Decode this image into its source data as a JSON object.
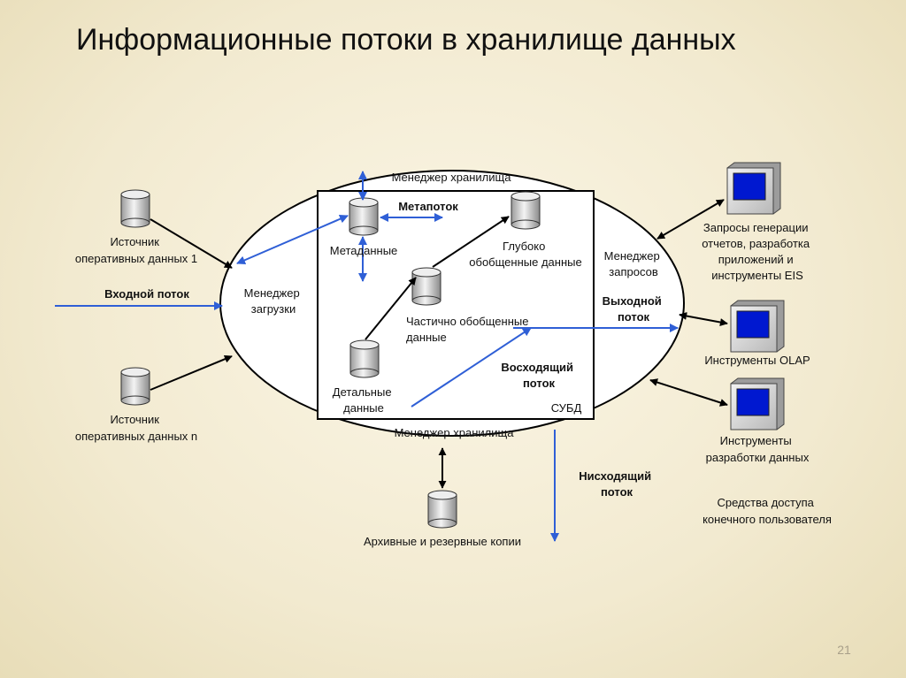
{
  "title": "Информационные потоки в хранилище данных",
  "page_number": "21",
  "colors": {
    "flow_arrow": "#2f5fd6",
    "connector": "#000000",
    "monitor_screen": "#0018d0",
    "background": "#f4eed6"
  },
  "labels": {
    "manager_storage_top": "Менеджер хранилища",
    "manager_storage_bottom": "Менеджер хранилища",
    "manager_load": [
      "Менеджер",
      "загрузки"
    ],
    "manager_query": [
      "Менеджер",
      "запросов"
    ],
    "metaflow": "Метапоток",
    "metadata": "Метаданные",
    "deep_summary": [
      "Глубоко",
      "обобщенные данные"
    ],
    "partial_summary": [
      "Частично обобщенные",
      "данные"
    ],
    "detail_data": [
      "Детальные",
      "данные"
    ],
    "upflow": [
      "Восходящий",
      "поток"
    ],
    "dbms": "СУБД",
    "outflow": [
      "Выходной",
      "поток"
    ],
    "inflow": "Входной поток",
    "downflow": [
      "Нисходящий",
      "поток"
    ],
    "source_1": [
      "Источник",
      "оперативных данных 1"
    ],
    "source_n": [
      "Источник",
      "оперативных данных n"
    ],
    "archive": "Архивные и резервные копии",
    "reports": [
      "Запросы генерации",
      "отчетов, разработка",
      "приложений и",
      "инструменты EIS"
    ],
    "olap": "Инструменты OLAP",
    "dev_tools": [
      "Инструменты",
      "разработки данных"
    ],
    "end_user": [
      "Средства доступа",
      "конечного пользователя"
    ]
  }
}
